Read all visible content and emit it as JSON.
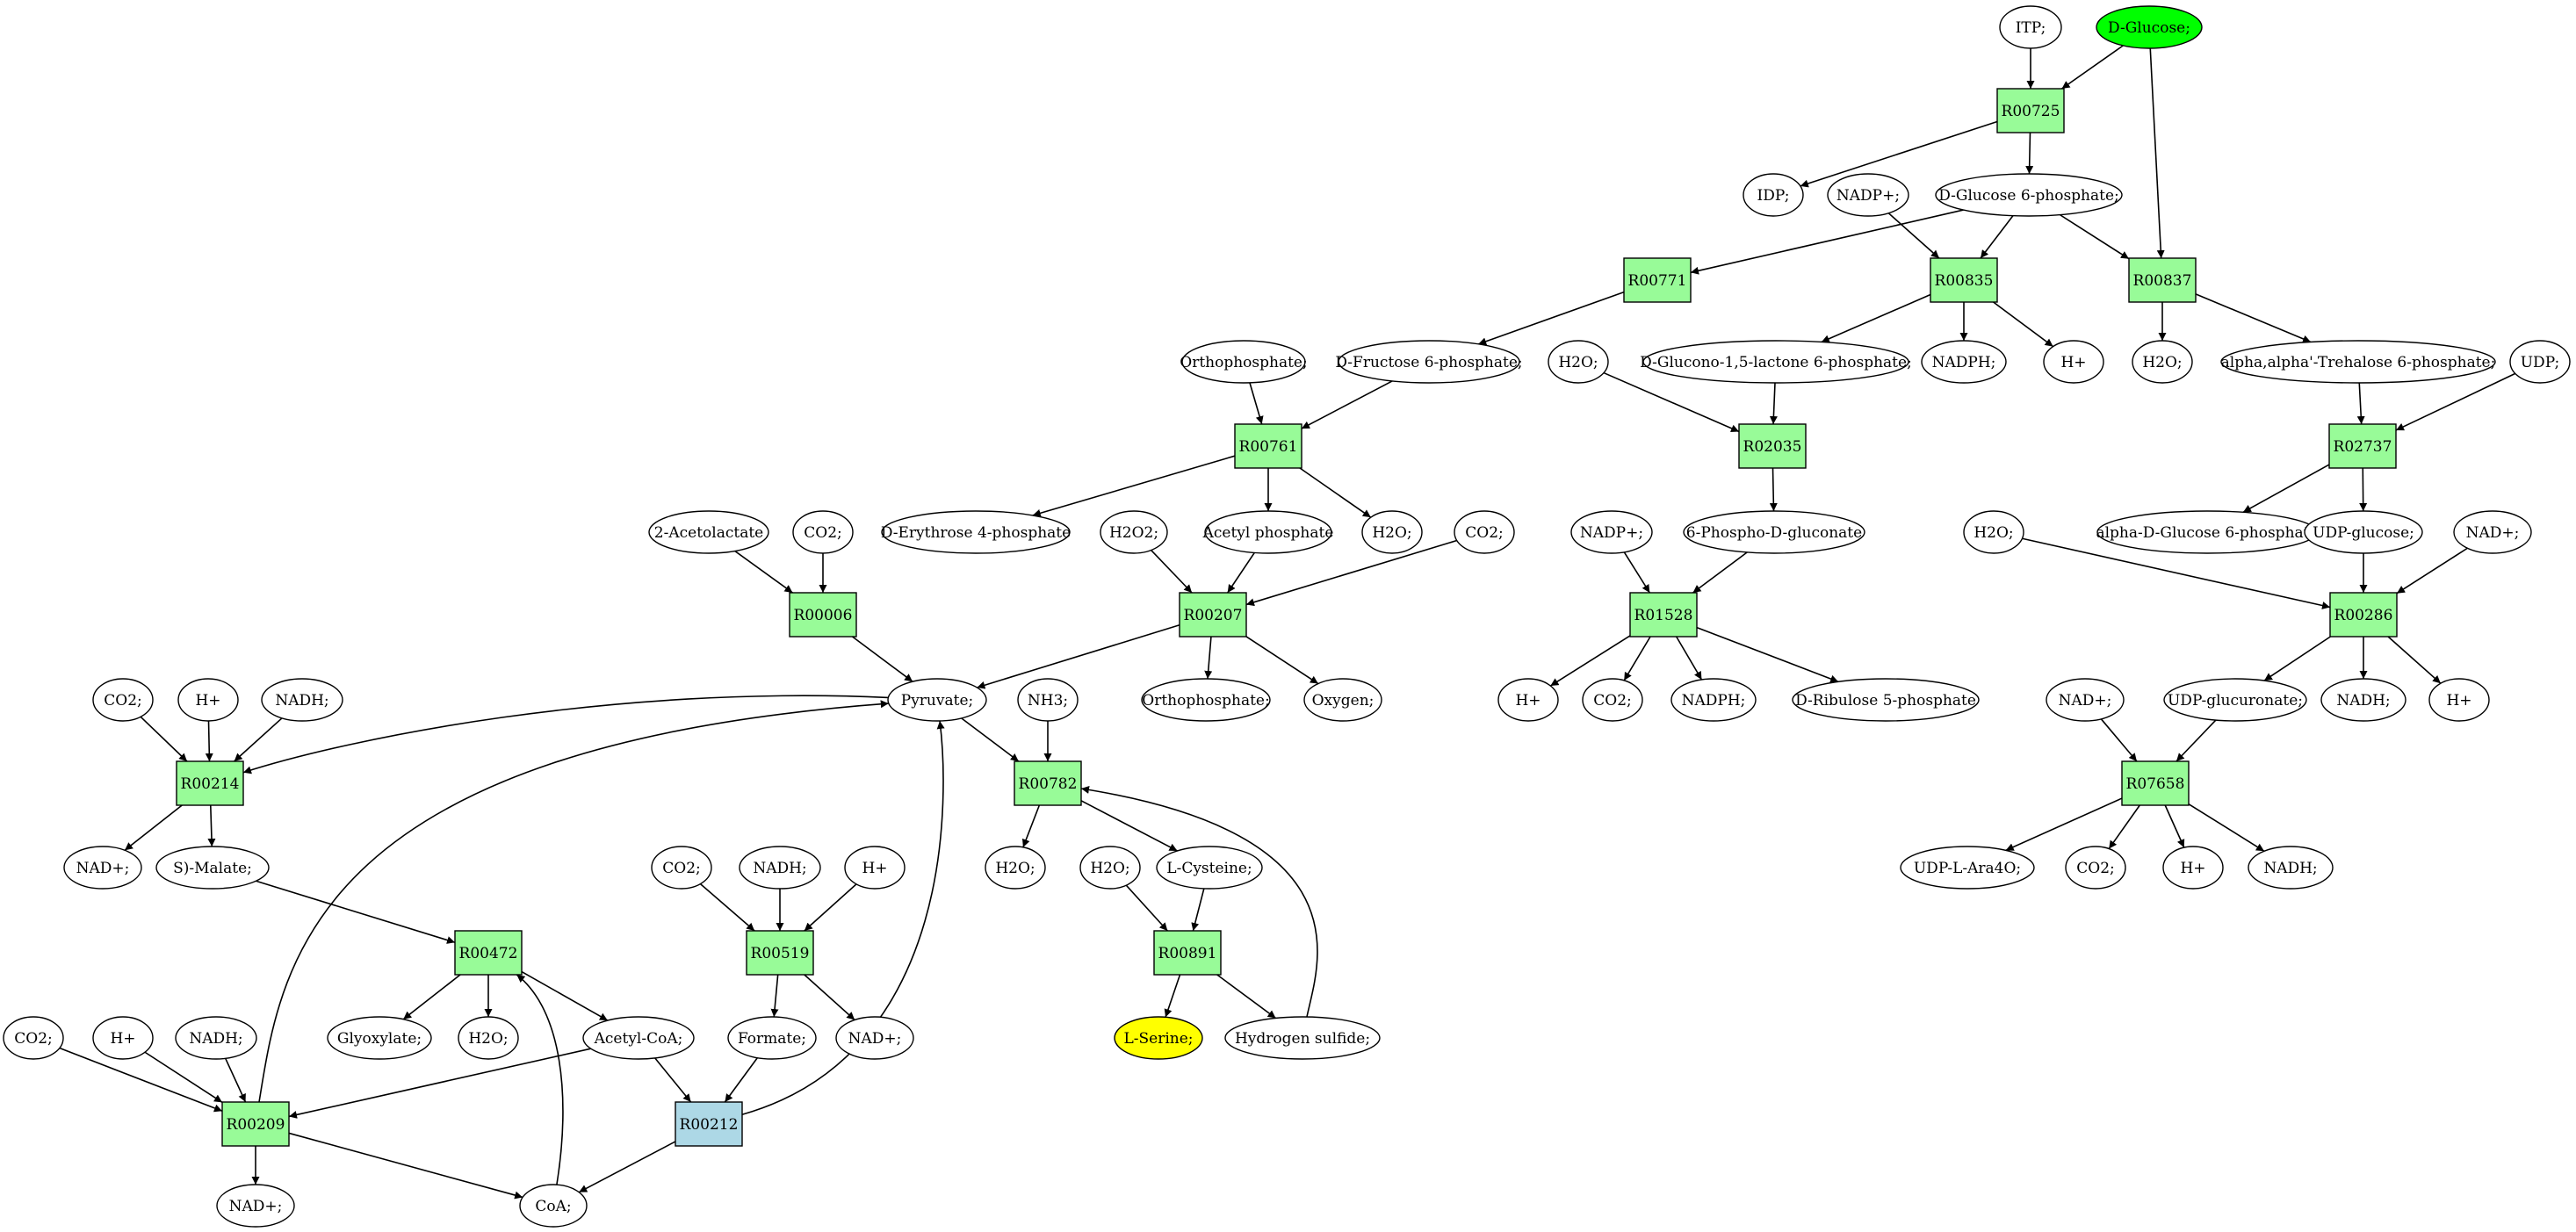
{
  "colors": {
    "reaction": "#98fb98",
    "reaction_highlight": "#add8e6",
    "compound": "#ffffff",
    "source": "#00ff00",
    "target": "#ffff00"
  },
  "diagram": {
    "type": "metabolic-pathway-graph",
    "nodes": [
      {
        "id": "itp",
        "label": "ITP;",
        "kind": "compound"
      },
      {
        "id": "dglucose",
        "label": "D-Glucose;",
        "kind": "source"
      },
      {
        "id": "r00725",
        "label": "R00725",
        "kind": "reaction"
      },
      {
        "id": "idp",
        "label": "IDP;",
        "kind": "compound"
      },
      {
        "id": "nadp1",
        "label": "NADP+;",
        "kind": "compound"
      },
      {
        "id": "g6p",
        "label": "D-Glucose 6-phosphate;",
        "kind": "compound"
      },
      {
        "id": "r00771",
        "label": "R00771",
        "kind": "reaction"
      },
      {
        "id": "r00835",
        "label": "R00835",
        "kind": "reaction"
      },
      {
        "id": "r00837",
        "label": "R00837",
        "kind": "reaction"
      },
      {
        "id": "orthop1",
        "label": "Orthophosphate;",
        "kind": "compound"
      },
      {
        "id": "f6p",
        "label": "D-Fructose 6-phosphate;",
        "kind": "compound"
      },
      {
        "id": "h2o1",
        "label": "H2O;",
        "kind": "compound"
      },
      {
        "id": "glucono",
        "label": "D-Glucono-1,5-lactone 6-phosphate;",
        "kind": "compound"
      },
      {
        "id": "nadph1",
        "label": "NADPH;",
        "kind": "compound"
      },
      {
        "id": "hplus1",
        "label": "H+",
        "kind": "compound"
      },
      {
        "id": "h2o2",
        "label": "H2O;",
        "kind": "compound"
      },
      {
        "id": "trehalose",
        "label": "alpha,alpha'-Trehalose 6-phosphate;",
        "kind": "compound"
      },
      {
        "id": "udp",
        "label": "UDP;",
        "kind": "compound"
      },
      {
        "id": "r00761",
        "label": "R00761",
        "kind": "reaction"
      },
      {
        "id": "r02035",
        "label": "R02035",
        "kind": "reaction"
      },
      {
        "id": "r02737",
        "label": "R02737",
        "kind": "reaction"
      },
      {
        "id": "acetolactate",
        "label": "2-Acetolactate",
        "kind": "compound"
      },
      {
        "id": "co2a",
        "label": "CO2;",
        "kind": "compound"
      },
      {
        "id": "erythrose",
        "label": "D-Erythrose 4-phosphate",
        "kind": "compound"
      },
      {
        "id": "h2o2b",
        "label": "H2O2;",
        "kind": "compound"
      },
      {
        "id": "acetylp",
        "label": "Acetyl phosphate",
        "kind": "compound"
      },
      {
        "id": "h2o3",
        "label": "H2O;",
        "kind": "compound"
      },
      {
        "id": "co2b",
        "label": "CO2;",
        "kind": "compound"
      },
      {
        "id": "nadp2",
        "label": "NADP+;",
        "kind": "compound"
      },
      {
        "id": "phosphogluconate",
        "label": "6-Phospho-D-gluconate",
        "kind": "compound"
      },
      {
        "id": "h2o4",
        "label": "H2O;",
        "kind": "compound"
      },
      {
        "id": "aglc6p",
        "label": "alpha-D-Glucose 6-phosphate",
        "kind": "compound"
      },
      {
        "id": "udpglucose",
        "label": "UDP-glucose;",
        "kind": "compound"
      },
      {
        "id": "nad1",
        "label": "NAD+;",
        "kind": "compound"
      },
      {
        "id": "r00006",
        "label": "R00006",
        "kind": "reaction"
      },
      {
        "id": "r00207",
        "label": "R00207",
        "kind": "reaction"
      },
      {
        "id": "r01528",
        "label": "R01528",
        "kind": "reaction"
      },
      {
        "id": "r00286",
        "label": "R00286",
        "kind": "reaction"
      },
      {
        "id": "co2c",
        "label": "CO2;",
        "kind": "compound"
      },
      {
        "id": "hplus2",
        "label": "H+",
        "kind": "compound"
      },
      {
        "id": "nadh1",
        "label": "NADH;",
        "kind": "compound"
      },
      {
        "id": "pyruvate",
        "label": "Pyruvate;",
        "kind": "compound"
      },
      {
        "id": "nh3",
        "label": "NH3;",
        "kind": "compound"
      },
      {
        "id": "orthop2",
        "label": "Orthophosphate;",
        "kind": "compound"
      },
      {
        "id": "oxygen",
        "label": "Oxygen;",
        "kind": "compound"
      },
      {
        "id": "hplus3",
        "label": "H+",
        "kind": "compound"
      },
      {
        "id": "co2d",
        "label": "CO2;",
        "kind": "compound"
      },
      {
        "id": "nadph2",
        "label": "NADPH;",
        "kind": "compound"
      },
      {
        "id": "ribulose",
        "label": "D-Ribulose 5-phosphate",
        "kind": "compound"
      },
      {
        "id": "nad2",
        "label": "NAD+;",
        "kind": "compound"
      },
      {
        "id": "udpglucuronate",
        "label": "UDP-glucuronate;",
        "kind": "compound"
      },
      {
        "id": "nadh2",
        "label": "NADH;",
        "kind": "compound"
      },
      {
        "id": "hplus4",
        "label": "H+",
        "kind": "compound"
      },
      {
        "id": "r00214",
        "label": "R00214",
        "kind": "reaction"
      },
      {
        "id": "r00782",
        "label": "R00782",
        "kind": "reaction"
      },
      {
        "id": "r07658",
        "label": "R07658",
        "kind": "reaction"
      },
      {
        "id": "nad3",
        "label": "NAD+;",
        "kind": "compound"
      },
      {
        "id": "malate",
        "label": "S)-Malate;",
        "kind": "compound"
      },
      {
        "id": "co2e",
        "label": "CO2;",
        "kind": "compound"
      },
      {
        "id": "nadh3",
        "label": "NADH;",
        "kind": "compound"
      },
      {
        "id": "hplus5",
        "label": "H+",
        "kind": "compound"
      },
      {
        "id": "h2o5",
        "label": "H2O;",
        "kind": "compound"
      },
      {
        "id": "h2o6",
        "label": "H2O;",
        "kind": "compound"
      },
      {
        "id": "cysteine",
        "label": "L-Cysteine;",
        "kind": "compound"
      },
      {
        "id": "udpara",
        "label": "UDP-L-Ara4O;",
        "kind": "compound"
      },
      {
        "id": "co2f",
        "label": "CO2;",
        "kind": "compound"
      },
      {
        "id": "hplus6",
        "label": "H+",
        "kind": "compound"
      },
      {
        "id": "nadh4",
        "label": "NADH;",
        "kind": "compound"
      },
      {
        "id": "r00472",
        "label": "R00472",
        "kind": "reaction"
      },
      {
        "id": "r00519",
        "label": "R00519",
        "kind": "reaction"
      },
      {
        "id": "r00891",
        "label": "R00891",
        "kind": "reaction"
      },
      {
        "id": "co2g",
        "label": "CO2;",
        "kind": "compound"
      },
      {
        "id": "hplus7",
        "label": "H+",
        "kind": "compound"
      },
      {
        "id": "nadh5",
        "label": "NADH;",
        "kind": "compound"
      },
      {
        "id": "glyoxylate",
        "label": "Glyoxylate;",
        "kind": "compound"
      },
      {
        "id": "h2o7",
        "label": "H2O;",
        "kind": "compound"
      },
      {
        "id": "acetylcoa",
        "label": "Acetyl-CoA;",
        "kind": "compound"
      },
      {
        "id": "formate",
        "label": "Formate;",
        "kind": "compound"
      },
      {
        "id": "nad4",
        "label": "NAD+;",
        "kind": "compound"
      },
      {
        "id": "lserine",
        "label": "L-Serine;",
        "kind": "target"
      },
      {
        "id": "h2s",
        "label": "Hydrogen sulfide;",
        "kind": "compound"
      },
      {
        "id": "r00209",
        "label": "R00209",
        "kind": "reaction"
      },
      {
        "id": "r00212",
        "label": "R00212",
        "kind": "reaction_highlight"
      },
      {
        "id": "nad5",
        "label": "NAD+;",
        "kind": "compound"
      },
      {
        "id": "coa",
        "label": "CoA;",
        "kind": "compound"
      }
    ],
    "edges": [
      [
        "itp",
        "r00725"
      ],
      [
        "dglucose",
        "r00725"
      ],
      [
        "dglucose",
        "r00837"
      ],
      [
        "r00725",
        "idp"
      ],
      [
        "r00725",
        "g6p"
      ],
      [
        "nadp1",
        "r00835"
      ],
      [
        "g6p",
        "r00835"
      ],
      [
        "g6p",
        "r00771"
      ],
      [
        "g6p",
        "r00837"
      ],
      [
        "r00771",
        "f6p"
      ],
      [
        "r00835",
        "glucono"
      ],
      [
        "r00835",
        "nadph1"
      ],
      [
        "r00835",
        "hplus1"
      ],
      [
        "r00837",
        "h2o2"
      ],
      [
        "r00837",
        "trehalose"
      ],
      [
        "orthop1",
        "r00761"
      ],
      [
        "f6p",
        "r00761"
      ],
      [
        "r00761",
        "erythrose"
      ],
      [
        "r00761",
        "acetylp"
      ],
      [
        "r00761",
        "h2o3"
      ],
      [
        "h2o1",
        "r02035"
      ],
      [
        "glucono",
        "r02035"
      ],
      [
        "r02035",
        "phosphogluconate"
      ],
      [
        "trehalose",
        "r02737"
      ],
      [
        "udp",
        "r02737"
      ],
      [
        "r02737",
        "aglc6p"
      ],
      [
        "r02737",
        "udpglucose"
      ],
      [
        "acetolactate",
        "r00006"
      ],
      [
        "co2a",
        "r00006"
      ],
      [
        "r00006",
        "pyruvate"
      ],
      [
        "h2o2b",
        "r00207"
      ],
      [
        "acetylp",
        "r00207"
      ],
      [
        "co2b",
        "r00207"
      ],
      [
        "r00207",
        "pyruvate"
      ],
      [
        "r00207",
        "orthop2"
      ],
      [
        "r00207",
        "oxygen"
      ],
      [
        "nadp2",
        "r01528"
      ],
      [
        "phosphogluconate",
        "r01528"
      ],
      [
        "r01528",
        "hplus3"
      ],
      [
        "r01528",
        "co2d"
      ],
      [
        "r01528",
        "nadph2"
      ],
      [
        "r01528",
        "ribulose"
      ],
      [
        "h2o4",
        "r00286"
      ],
      [
        "udpglucose",
        "r00286"
      ],
      [
        "nad1",
        "r00286"
      ],
      [
        "r00286",
        "udpglucuronate"
      ],
      [
        "r00286",
        "nadh2"
      ],
      [
        "r00286",
        "hplus4"
      ],
      [
        "co2c",
        "r00214"
      ],
      [
        "hplus2",
        "r00214"
      ],
      [
        "nadh1",
        "r00214"
      ],
      [
        "pyruvate",
        "r00214"
      ],
      [
        "r00214",
        "nad3"
      ],
      [
        "r00214",
        "malate"
      ],
      [
        "pyruvate",
        "r00782"
      ],
      [
        "nh3",
        "r00782"
      ],
      [
        "h2s",
        "r00782"
      ],
      [
        "r00782",
        "h2o5"
      ],
      [
        "r00782",
        "cysteine"
      ],
      [
        "nad2",
        "r07658"
      ],
      [
        "udpglucuronate",
        "r07658"
      ],
      [
        "r07658",
        "udpara"
      ],
      [
        "r07658",
        "co2f"
      ],
      [
        "r07658",
        "hplus6"
      ],
      [
        "r07658",
        "nadh4"
      ],
      [
        "malate",
        "r00472"
      ],
      [
        "coa",
        "r00472"
      ],
      [
        "r00472",
        "glyoxylate"
      ],
      [
        "r00472",
        "h2o7"
      ],
      [
        "r00472",
        "acetylcoa"
      ],
      [
        "co2e",
        "r00519"
      ],
      [
        "nadh3",
        "r00519"
      ],
      [
        "hplus5",
        "r00519"
      ],
      [
        "r00519",
        "formate"
      ],
      [
        "r00519",
        "nad4"
      ],
      [
        "h2o6",
        "r00891"
      ],
      [
        "cysteine",
        "r00891"
      ],
      [
        "r00891",
        "lserine"
      ],
      [
        "r00891",
        "h2s"
      ],
      [
        "co2g",
        "r00209"
      ],
      [
        "hplus7",
        "r00209"
      ],
      [
        "nadh5",
        "r00209"
      ],
      [
        "acetylcoa",
        "r00209"
      ],
      [
        "r00209",
        "pyruvate"
      ],
      [
        "r00209",
        "nad5"
      ],
      [
        "r00209",
        "coa"
      ],
      [
        "acetylcoa",
        "r00212"
      ],
      [
        "formate",
        "r00212"
      ],
      [
        "r00212",
        "pyruvate"
      ],
      [
        "r00212",
        "coa"
      ]
    ]
  }
}
